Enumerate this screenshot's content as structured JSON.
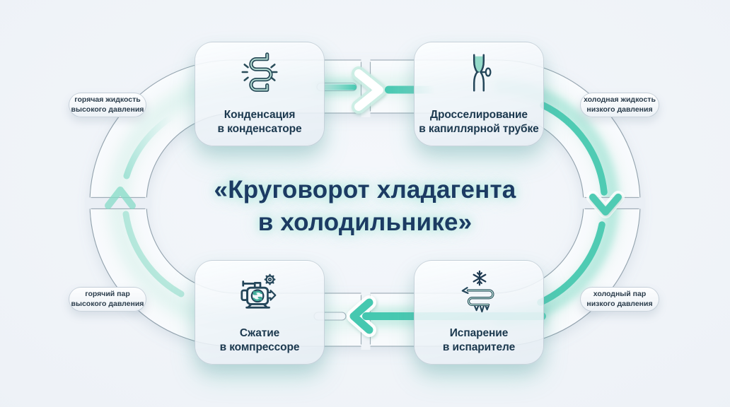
{
  "title": {
    "line1": "«Круговорот хладагента",
    "line2": "в холодильнике»"
  },
  "steps": [
    {
      "name": "condensation",
      "line1": "Конденсация",
      "line2": "в конденсаторе",
      "icon": "condenser-coil-icon"
    },
    {
      "name": "throttling",
      "line1": "Дросселирование",
      "line2": "в капиллярной трубке",
      "icon": "capillary-valve-icon"
    },
    {
      "name": "compression",
      "line1": "Сжатие",
      "line2": "в компрессоре",
      "icon": "compressor-icon"
    },
    {
      "name": "evaporation",
      "line1": "Испарение",
      "line2": "в испарителе",
      "icon": "snowflake-coil-icon"
    }
  ],
  "state_labels": [
    {
      "name": "hot-liquid-high-pressure",
      "line1": "горячая жидкость",
      "line2": "высокого давления"
    },
    {
      "name": "cold-liquid-low-pressure",
      "line1": "холодная жидкость",
      "line2": "низкого давления"
    },
    {
      "name": "hot-vapor-high-pressure",
      "line1": "горячий пар",
      "line2": "высокого давления"
    },
    {
      "name": "cold-vapor-low-pressure",
      "line1": "холодный пар",
      "line2": "низкого давления"
    }
  ],
  "cycle_direction": "clockwise",
  "colors": {
    "accent_teal": "#4ecbb2",
    "title_navy": "#1c3b63",
    "background": "#eef2f7",
    "icon_ink": "#2a4d5a"
  }
}
